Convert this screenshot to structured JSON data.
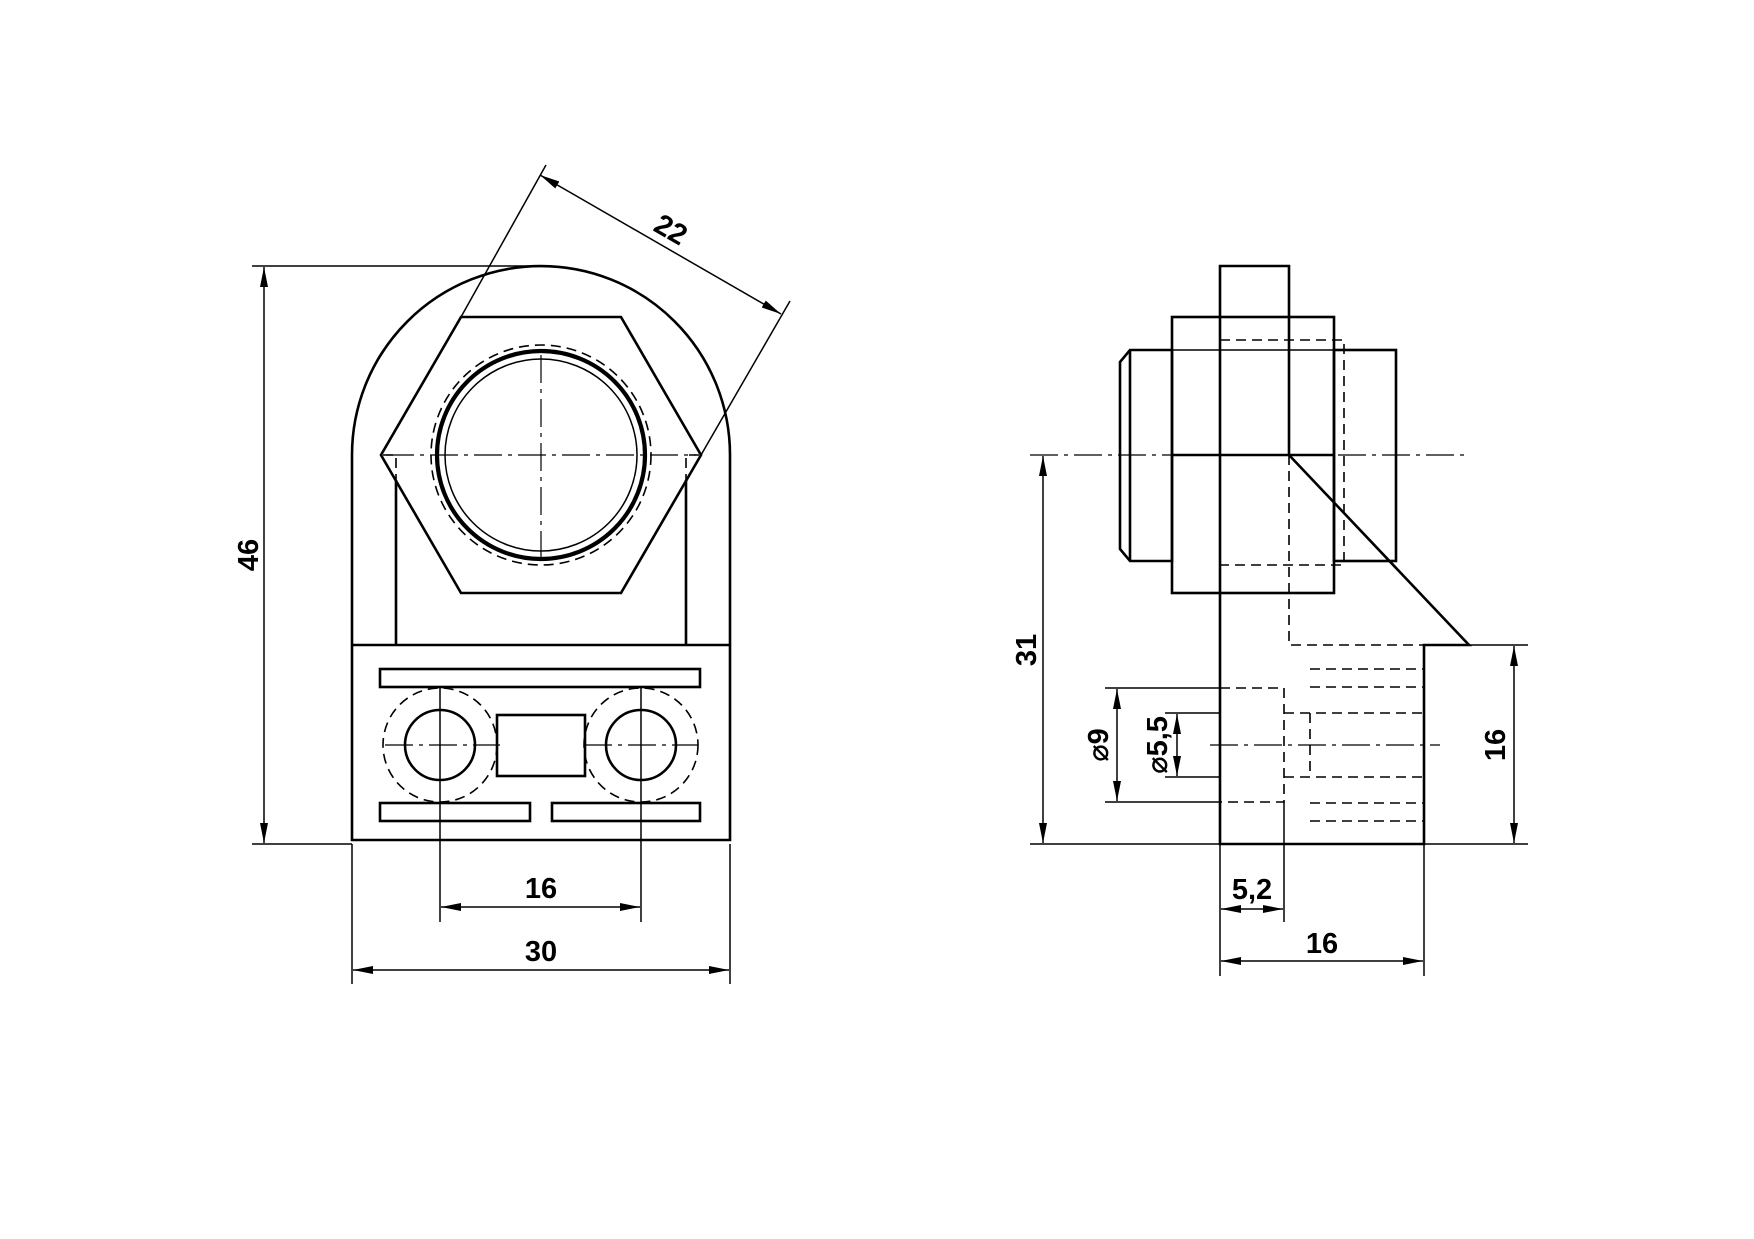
{
  "drawing": {
    "front_view": {
      "dimensions": {
        "hex_across_flats": "22",
        "overall_height": "46",
        "hole_spacing": "16",
        "overall_width": "30"
      }
    },
    "side_view": {
      "dimensions": {
        "axis_height": "31",
        "counterbore_diameter": "⌀9",
        "hole_diameter": "⌀5,5",
        "base_height": "16",
        "counterbore_depth": "5,2",
        "base_depth": "16"
      }
    },
    "colors": {
      "line": "#000000",
      "background": "#ffffff"
    }
  }
}
